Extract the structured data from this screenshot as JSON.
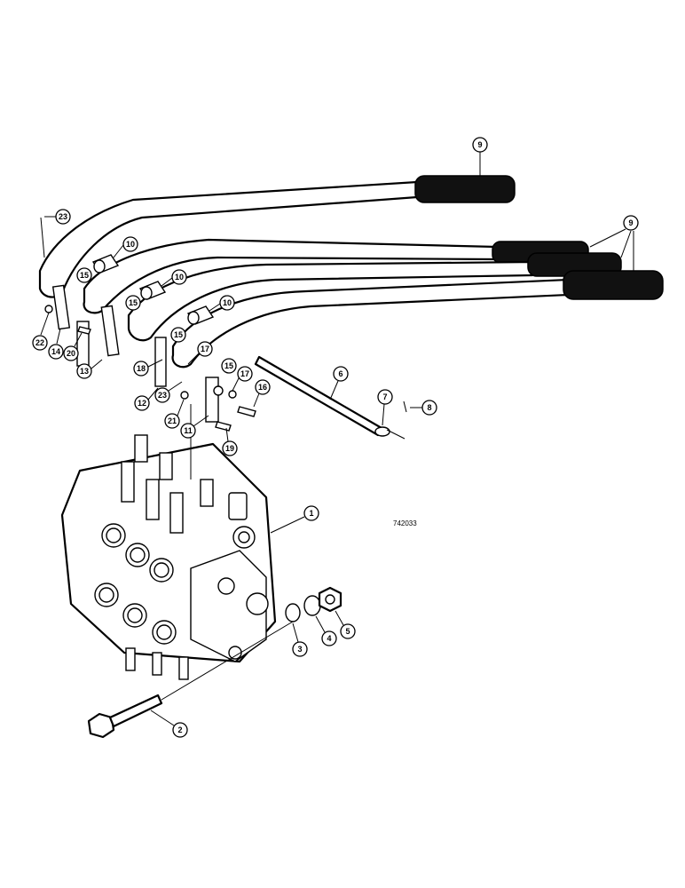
{
  "figure_code": "742033",
  "callouts": [
    {
      "id": "c9a",
      "label": "9"
    },
    {
      "id": "c9b",
      "label": "9"
    },
    {
      "id": "c23a",
      "label": "23"
    },
    {
      "id": "c10a",
      "label": "10"
    },
    {
      "id": "c10b",
      "label": "10"
    },
    {
      "id": "c10c",
      "label": "10"
    },
    {
      "id": "c15a",
      "label": "15"
    },
    {
      "id": "c15b",
      "label": "15"
    },
    {
      "id": "c15c",
      "label": "15"
    },
    {
      "id": "c15d",
      "label": "15"
    },
    {
      "id": "c22",
      "label": "22"
    },
    {
      "id": "c14",
      "label": "14"
    },
    {
      "id": "c20",
      "label": "20"
    },
    {
      "id": "c13",
      "label": "13"
    },
    {
      "id": "c18",
      "label": "18"
    },
    {
      "id": "c17a",
      "label": "17"
    },
    {
      "id": "c17b",
      "label": "17"
    },
    {
      "id": "c12",
      "label": "12"
    },
    {
      "id": "c23b",
      "label": "23"
    },
    {
      "id": "c21",
      "label": "21"
    },
    {
      "id": "c11",
      "label": "11"
    },
    {
      "id": "c16",
      "label": "16"
    },
    {
      "id": "c19",
      "label": "19"
    },
    {
      "id": "c6",
      "label": "6"
    },
    {
      "id": "c7",
      "label": "7"
    },
    {
      "id": "c8",
      "label": "8"
    },
    {
      "id": "c1",
      "label": "1"
    },
    {
      "id": "c3",
      "label": "3"
    },
    {
      "id": "c4",
      "label": "4"
    },
    {
      "id": "c5",
      "label": "5"
    },
    {
      "id": "c2",
      "label": "2"
    }
  ]
}
